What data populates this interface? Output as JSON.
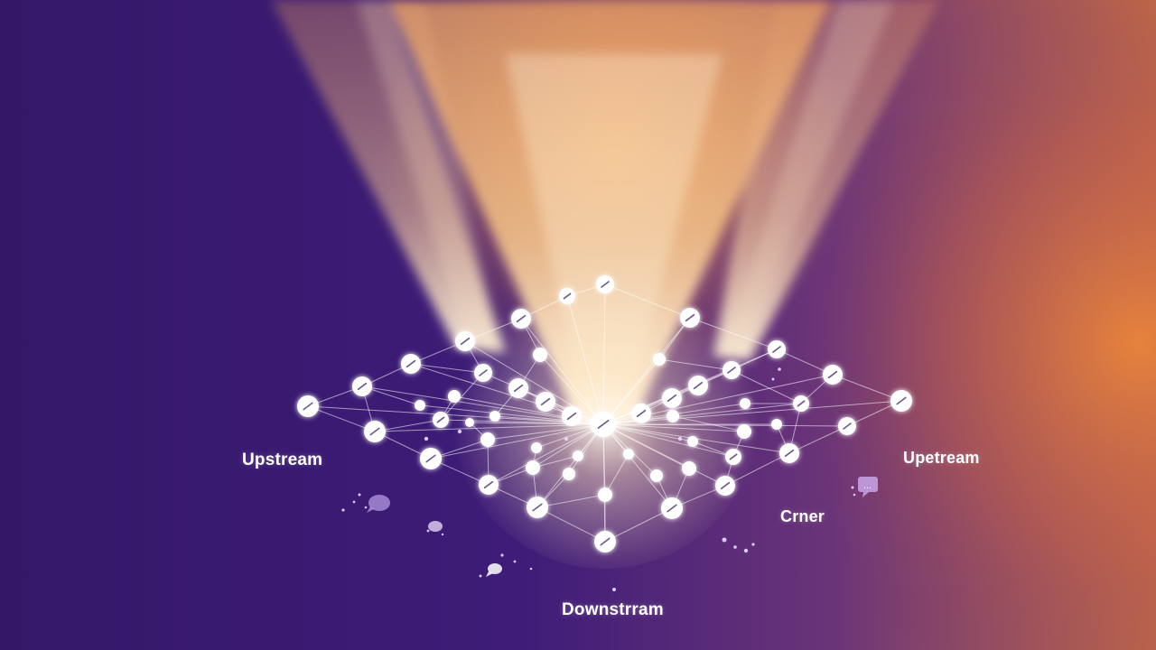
{
  "labels": {
    "upstream_left": "Upstream",
    "upstream_right": "Upetream",
    "corner": "Crner",
    "downstream": "Downstrram"
  },
  "colors": {
    "background_left": "#3a1a72",
    "background_mid": "#4a2280",
    "background_right": "#d9793f",
    "beam_core": "#fff6e0",
    "beam_orange": "#f2a25c",
    "node": "#ffffff",
    "speck": "#b08ee0"
  },
  "icons": [
    "network-node-icon",
    "light-beam",
    "chat-bubble-icon",
    "particle-speck"
  ]
}
